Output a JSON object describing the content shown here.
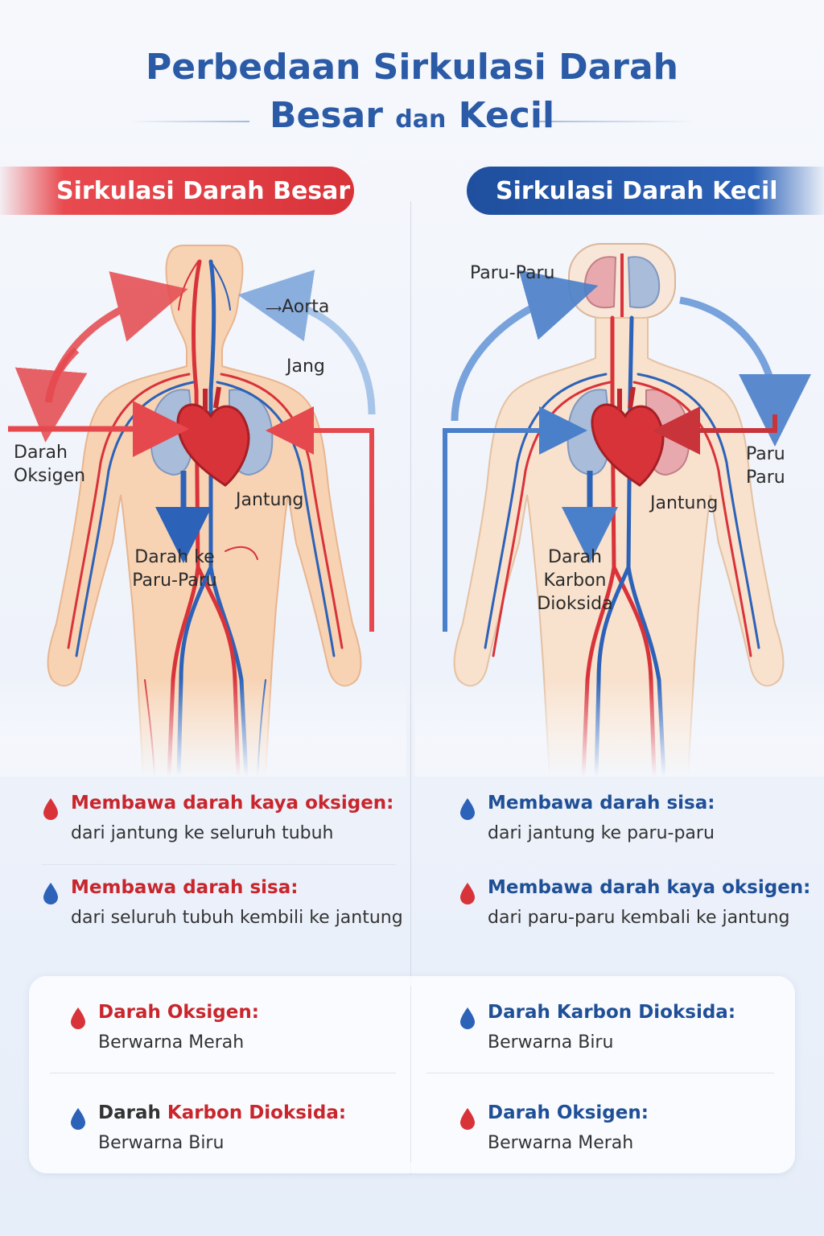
{
  "title": {
    "line1": "Perbedaan Sirkulasi Darah",
    "line2_a": "Besar",
    "line2_b": "dan",
    "line2_c": "Kecil"
  },
  "colors": {
    "title": "#2b5aa6",
    "artery_red": "#d9333a",
    "vein_blue": "#2c62b8",
    "skin": "#f6d2b3"
  },
  "left": {
    "header": "Sirkulasi Darah Besar",
    "labels": {
      "aorta": "Aorta",
      "jang": "Jang",
      "darah_oksigen": "Darah\nOksigen",
      "jantung": "Jantung",
      "darah_ke_paru": "Darah ke\nParu-Paru"
    },
    "info": [
      {
        "icon": "red-drop-icon",
        "head": "Membawa darah kaya oksigen:",
        "sub": "dari jantung ke seluruh tubuh"
      },
      {
        "icon": "blue-drop-icon",
        "head": "Membawa darah sisa:",
        "sub": "dari seluruh tubuh kembili ke jantung"
      }
    ],
    "legend": [
      {
        "icon": "red-drop-icon",
        "head_a": "Darah Oksigen:",
        "head_b": "",
        "sub": "Berwarna Merah"
      },
      {
        "icon": "blue-drop-icon",
        "head_a": "Darah",
        "head_b": "Karbon Dioksida:",
        "sub": "Berwarna Biru"
      }
    ]
  },
  "right": {
    "header": "Sirkulasi Darah Kecil",
    "labels": {
      "paru_paru": "Paru-Paru",
      "paru_side": "Paru\nParu",
      "jantung": "Jantung",
      "darah_karbon": "Darah\nKarbon\nDioksida"
    },
    "info": [
      {
        "icon": "blue-drop-icon",
        "head": "Membawa darah sisa:",
        "sub": "dari jantung ke paru-paru"
      },
      {
        "icon": "red-drop-icon",
        "head": "Membawa darah kaya oksigen:",
        "sub": "dari paru-paru kembali ke jantung"
      }
    ],
    "legend": [
      {
        "icon": "blue-drop-icon",
        "head_a": "Darah Karbon Dioksida:",
        "head_b": "",
        "sub": "Berwarna Biru"
      },
      {
        "icon": "red-drop-icon",
        "head_a": "Darah Oksigen:",
        "head_b": "",
        "sub": "Berwarna Merah"
      }
    ]
  }
}
